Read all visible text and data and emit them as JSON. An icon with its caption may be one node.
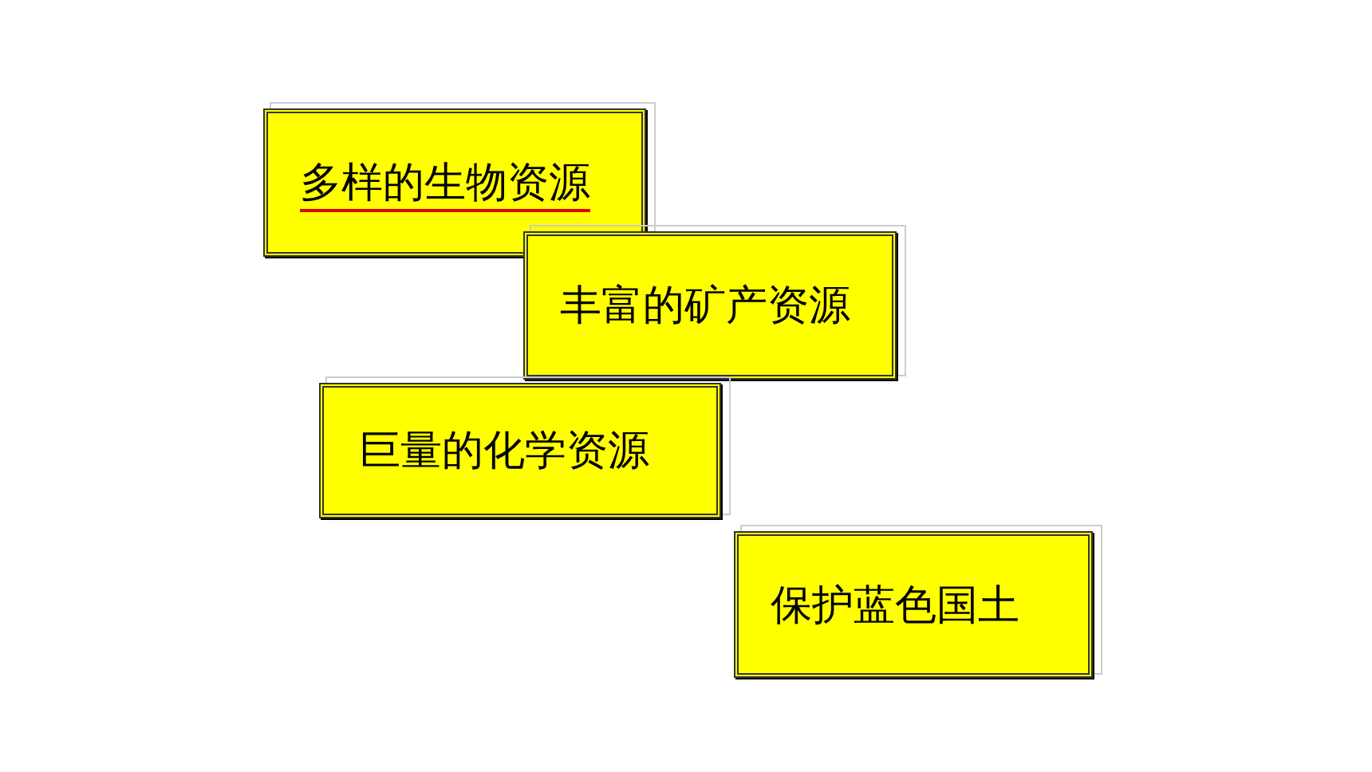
{
  "diagram": {
    "nodes": [
      {
        "text": [
          "多样的生物资源"
        ]
      },
      {
        "text": [
          "丰富的矿产资源"
        ]
      },
      {
        "text": [
          "巨量的化学资源"
        ]
      },
      {
        "text": [
          "保护蓝色国土"
        ]
      }
    ],
    "edges": []
  }
}
